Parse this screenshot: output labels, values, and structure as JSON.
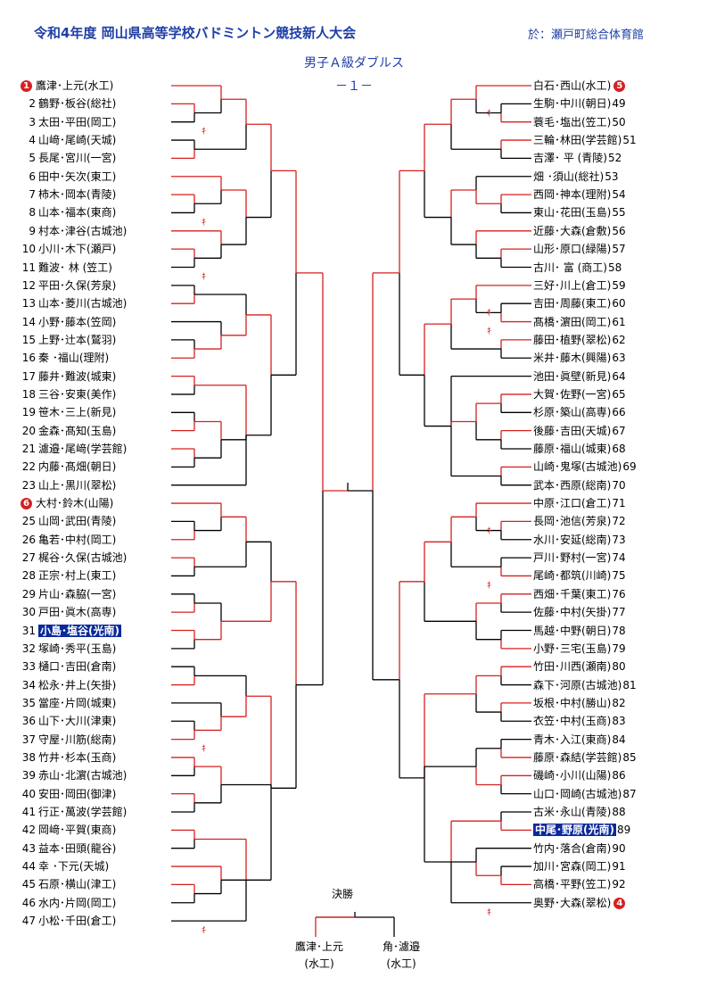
{
  "header": {
    "title": "令和4年度 岡山県高等学校バドミントン競技新人大会",
    "venue": "於：瀬戸町総合体育館"
  },
  "event": "男子Ａ級ダブルス",
  "page_label": "－１－",
  "left_entries": [
    {
      "num": "",
      "seed": "1",
      "name": "鷹津･上元(水工)",
      "hl": false
    },
    {
      "num": "2",
      "seed": "",
      "name": "鶴野･板谷(総社)",
      "hl": false
    },
    {
      "num": "3",
      "seed": "",
      "name": "太田･平田(岡工)",
      "hl": false
    },
    {
      "num": "4",
      "seed": "",
      "name": "山﨑･尾崎(天城)",
      "hl": false
    },
    {
      "num": "5",
      "seed": "",
      "name": "長尾･宮川(一宮)",
      "hl": false
    },
    {
      "num": "6",
      "seed": "",
      "name": "田中･矢次(東工)",
      "hl": false
    },
    {
      "num": "7",
      "seed": "",
      "name": "柿木･岡本(青陵)",
      "hl": false
    },
    {
      "num": "8",
      "seed": "",
      "name": "山本･福本(東商)",
      "hl": false
    },
    {
      "num": "9",
      "seed": "",
      "name": "村本･津谷(古城池)",
      "hl": false
    },
    {
      "num": "10",
      "seed": "",
      "name": "小川･木下(瀬戸)",
      "hl": false
    },
    {
      "num": "11",
      "seed": "",
      "name": "難波･ 林 (笠工)",
      "hl": false
    },
    {
      "num": "12",
      "seed": "",
      "name": "平田･久保(芳泉)",
      "hl": false
    },
    {
      "num": "13",
      "seed": "",
      "name": "山本･菱川(古城池)",
      "hl": false
    },
    {
      "num": "14",
      "seed": "",
      "name": "小野･藤本(笠岡)",
      "hl": false
    },
    {
      "num": "15",
      "seed": "",
      "name": "上野･辻本(鷲羽)",
      "hl": false
    },
    {
      "num": "16",
      "seed": "",
      "name": "秦 ･福山(理附)",
      "hl": false
    },
    {
      "num": "17",
      "seed": "",
      "name": "藤井･難波(城東)",
      "hl": false
    },
    {
      "num": "18",
      "seed": "",
      "name": "三谷･安東(美作)",
      "hl": false
    },
    {
      "num": "19",
      "seed": "",
      "name": "笹木･三上(新見)",
      "hl": false
    },
    {
      "num": "20",
      "seed": "",
      "name": "金森･髙知(玉島)",
      "hl": false
    },
    {
      "num": "21",
      "seed": "",
      "name": "濾邉･尾﨑(学芸館)",
      "hl": false
    },
    {
      "num": "22",
      "seed": "",
      "name": "内藤･髙畑(朝日)",
      "hl": false
    },
    {
      "num": "23",
      "seed": "",
      "name": "山上･黒川(翠松)",
      "hl": false
    },
    {
      "num": "",
      "seed": "6",
      "name": "大村･鈴木(山陽)",
      "hl": false
    },
    {
      "num": "25",
      "seed": "",
      "name": "山岡･武田(青陵)",
      "hl": false
    },
    {
      "num": "26",
      "seed": "",
      "name": "亀若･中村(岡工)",
      "hl": false
    },
    {
      "num": "27",
      "seed": "",
      "name": "梶谷･久保(古城池)",
      "hl": false
    },
    {
      "num": "28",
      "seed": "",
      "name": "正宗･村上(東工)",
      "hl": false
    },
    {
      "num": "29",
      "seed": "",
      "name": "片山･森脇(一宮)",
      "hl": false
    },
    {
      "num": "30",
      "seed": "",
      "name": "戸田･眞木(高専)",
      "hl": false
    },
    {
      "num": "31",
      "seed": "",
      "name": "小島･塩谷(光南)",
      "hl": true
    },
    {
      "num": "32",
      "seed": "",
      "name": "塚崎･秀平(玉島)",
      "hl": false
    },
    {
      "num": "33",
      "seed": "",
      "name": "樋口･吉田(倉南)",
      "hl": false
    },
    {
      "num": "34",
      "seed": "",
      "name": "松永･井上(矢掛)",
      "hl": false
    },
    {
      "num": "35",
      "seed": "",
      "name": "當座･片岡(城東)",
      "hl": false
    },
    {
      "num": "36",
      "seed": "",
      "name": "山下･大川(津東)",
      "hl": false
    },
    {
      "num": "37",
      "seed": "",
      "name": "守屋･川筋(総南)",
      "hl": false
    },
    {
      "num": "38",
      "seed": "",
      "name": "竹井･杉本(玉商)",
      "hl": false
    },
    {
      "num": "39",
      "seed": "",
      "name": "赤山･北濵(古城池)",
      "hl": false
    },
    {
      "num": "40",
      "seed": "",
      "name": "安田･岡田(御津)",
      "hl": false
    },
    {
      "num": "41",
      "seed": "",
      "name": "行正･萬波(学芸館)",
      "hl": false
    },
    {
      "num": "42",
      "seed": "",
      "name": "岡﨑･平賀(東商)",
      "hl": false
    },
    {
      "num": "43",
      "seed": "",
      "name": "益本･田頭(龍谷)",
      "hl": false
    },
    {
      "num": "44",
      "seed": "",
      "name": "幸 ･下元(天城)",
      "hl": false
    },
    {
      "num": "45",
      "seed": "",
      "name": "石原･横山(津工)",
      "hl": false
    },
    {
      "num": "46",
      "seed": "",
      "name": "水内･片岡(岡工)",
      "hl": false
    },
    {
      "num": "47",
      "seed": "",
      "name": "小松･千田(倉工)",
      "hl": false
    }
  ],
  "right_entries": [
    {
      "num": "",
      "seed": "5",
      "name": "白石･西山(水工)",
      "hl": false
    },
    {
      "num": "49",
      "seed": "",
      "name": "生駒･中川(朝日)",
      "hl": false
    },
    {
      "num": "50",
      "seed": "",
      "name": "蓑毛･塩出(笠工)",
      "hl": false
    },
    {
      "num": "51",
      "seed": "",
      "name": "三輪･林田(学芸館)",
      "hl": false
    },
    {
      "num": "52",
      "seed": "",
      "name": "吉澤･ 平 (青陵)",
      "hl": false
    },
    {
      "num": "53",
      "seed": "",
      "name": "畑 ･須山(総社)",
      "hl": false
    },
    {
      "num": "54",
      "seed": "",
      "name": "西岡･神本(理附)",
      "hl": false
    },
    {
      "num": "55",
      "seed": "",
      "name": "東山･花田(玉島)",
      "hl": false
    },
    {
      "num": "56",
      "seed": "",
      "name": "近藤･大森(倉敷)",
      "hl": false
    },
    {
      "num": "57",
      "seed": "",
      "name": "山形･原口(緑陽)",
      "hl": false
    },
    {
      "num": "58",
      "seed": "",
      "name": "古川･ 富 (商工)",
      "hl": false
    },
    {
      "num": "59",
      "seed": "",
      "name": "三好･川上(倉工)",
      "hl": false
    },
    {
      "num": "60",
      "seed": "",
      "name": "吉田･周藤(東工)",
      "hl": false
    },
    {
      "num": "61",
      "seed": "",
      "name": "髙橋･濵田(岡工)",
      "hl": false
    },
    {
      "num": "62",
      "seed": "",
      "name": "藤田･植野(翠松)",
      "hl": false
    },
    {
      "num": "63",
      "seed": "",
      "name": "米井･藤木(興陽)",
      "hl": false
    },
    {
      "num": "64",
      "seed": "",
      "name": "池田･眞壁(新見)",
      "hl": false
    },
    {
      "num": "65",
      "seed": "",
      "name": "大賀･佐野(一宮)",
      "hl": false
    },
    {
      "num": "66",
      "seed": "",
      "name": "杉原･築山(高専)",
      "hl": false
    },
    {
      "num": "67",
      "seed": "",
      "name": "後藤･吉田(天城)",
      "hl": false
    },
    {
      "num": "68",
      "seed": "",
      "name": "藤原･福山(城東)",
      "hl": false
    },
    {
      "num": "69",
      "seed": "",
      "name": "山崎･鬼塚(古城池)",
      "hl": false
    },
    {
      "num": "70",
      "seed": "",
      "name": "武本･西原(総南)",
      "hl": false
    },
    {
      "num": "71",
      "seed": "",
      "name": "中原･江口(倉工)",
      "hl": false
    },
    {
      "num": "72",
      "seed": "",
      "name": "長岡･池信(芳泉)",
      "hl": false
    },
    {
      "num": "73",
      "seed": "",
      "name": "水川･安延(総南)",
      "hl": false
    },
    {
      "num": "74",
      "seed": "",
      "name": "戸川･野村(一宮)",
      "hl": false
    },
    {
      "num": "75",
      "seed": "",
      "name": "尾崎･都筑(川崎)",
      "hl": false
    },
    {
      "num": "76",
      "seed": "",
      "name": "西畑･千葉(東工)",
      "hl": false
    },
    {
      "num": "77",
      "seed": "",
      "name": "佐藤･中村(矢掛)",
      "hl": false
    },
    {
      "num": "78",
      "seed": "",
      "name": "馬越･中野(朝日)",
      "hl": false
    },
    {
      "num": "79",
      "seed": "",
      "name": "小野･三宅(玉島)",
      "hl": false
    },
    {
      "num": "80",
      "seed": "",
      "name": "竹田･川西(瀬南)",
      "hl": false
    },
    {
      "num": "81",
      "seed": "",
      "name": "森下･河原(古城池)",
      "hl": false
    },
    {
      "num": "82",
      "seed": "",
      "name": "坂根･中村(勝山)",
      "hl": false
    },
    {
      "num": "83",
      "seed": "",
      "name": "衣笠･中村(玉商)",
      "hl": false
    },
    {
      "num": "84",
      "seed": "",
      "name": "青木･入江(東商)",
      "hl": false
    },
    {
      "num": "85",
      "seed": "",
      "name": "藤原･森結(学芸館)",
      "hl": false
    },
    {
      "num": "86",
      "seed": "",
      "name": "磯崎･小川(山陽)",
      "hl": false
    },
    {
      "num": "87",
      "seed": "",
      "name": "山口･岡崎(古城池)",
      "hl": false
    },
    {
      "num": "88",
      "seed": "",
      "name": "古米･永山(青陵)",
      "hl": false
    },
    {
      "num": "89",
      "seed": "",
      "name": "中尾･野原(光南)",
      "hl": true
    },
    {
      "num": "90",
      "seed": "",
      "name": "竹内･落合(倉南)",
      "hl": false
    },
    {
      "num": "91",
      "seed": "",
      "name": "加川･宮森(岡工)",
      "hl": false
    },
    {
      "num": "92",
      "seed": "",
      "name": "高橋･平野(笠工)",
      "hl": false
    },
    {
      "num": "",
      "seed": "4",
      "name": "奥野･大森(翠松)",
      "hl": false
    }
  ],
  "kiken_mark": "ｷ",
  "kiken_left": [
    2,
    7,
    10,
    36,
    46
  ],
  "kiken_right": [
    1,
    12,
    13,
    24,
    27,
    45
  ],
  "final": {
    "label": "決勝",
    "left_name": "鷹津･上元",
    "left_school": "(水工)",
    "right_name": "角･濾邉",
    "right_school": "(水工)"
  },
  "colors": {
    "accent_blue": "#1f3fa6",
    "highlight_blue": "#0a2a9a",
    "bracket_red": "#d62020",
    "seed_red": "#d62020"
  }
}
